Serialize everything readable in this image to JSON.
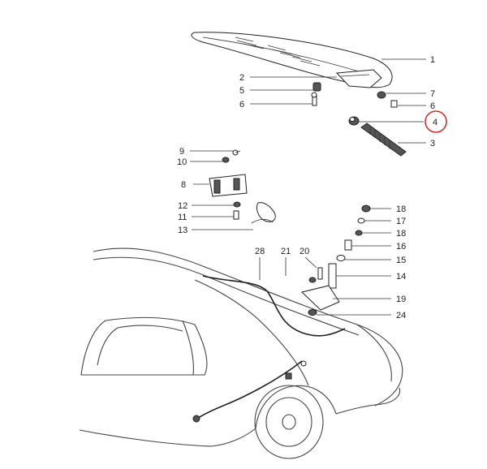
{
  "diagram": {
    "highlight_color": "#d32f2f",
    "highlighted_label": "4",
    "callouts": {
      "c1": "1",
      "c2": "2",
      "c5": "5",
      "c6a": "6",
      "c7": "7",
      "c6b": "6",
      "c4": "4",
      "c3": "3",
      "c9": "9",
      "c10": "10",
      "c8": "8",
      "c12": "12",
      "c11": "11",
      "c13": "13",
      "c18a": "18",
      "c17": "17",
      "c18b": "18",
      "c16": "16",
      "c15": "15",
      "c28": "28",
      "c21": "21",
      "c20": "20",
      "c14": "14",
      "c19": "19",
      "c24": "24"
    }
  }
}
